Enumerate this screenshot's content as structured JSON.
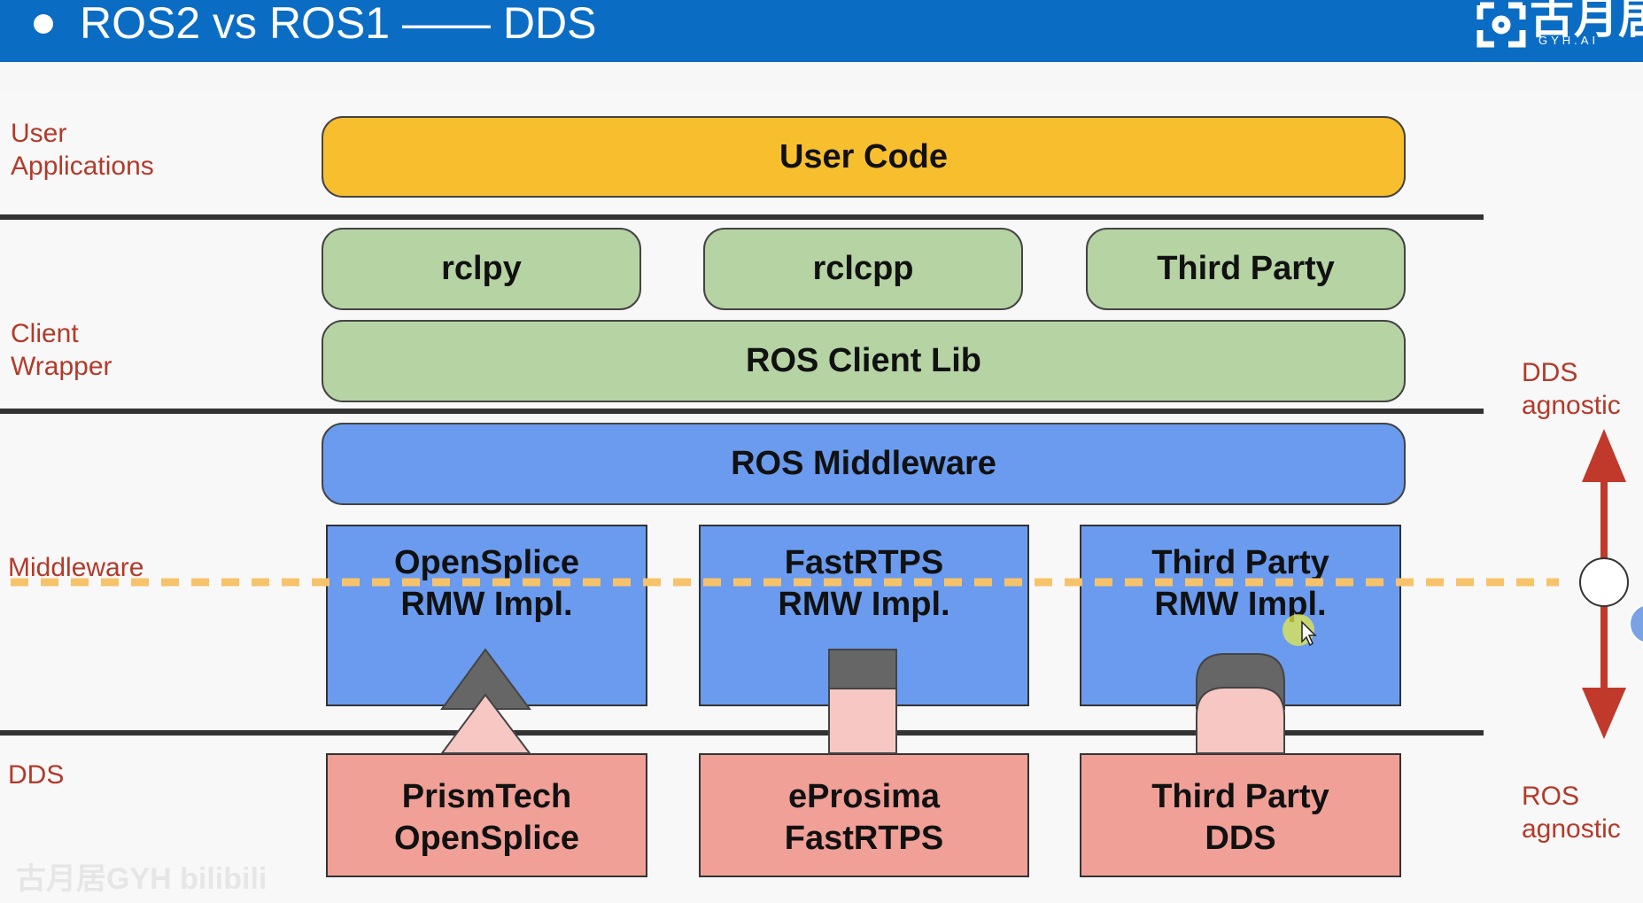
{
  "header": {
    "title": "ROS2 vs ROS1 —— DDS",
    "logo_text": "古月居",
    "logo_sub": "GYH.AI",
    "bg_color": "#0b6cc4"
  },
  "layers": {
    "user": "User\nApplications",
    "client": "Client\nWrapper",
    "middleware": "Middleware",
    "dds": "DDS"
  },
  "boxes": {
    "user_code": "User Code",
    "rclpy": "rclpy",
    "rclcpp": "rclcpp",
    "third_party": "Third Party",
    "ros_client_lib": "ROS Client Lib",
    "ros_middleware": "ROS Middleware"
  },
  "rmw": [
    {
      "line1": "OpenSplice",
      "line2": "RMW Impl.",
      "connector": "triangle"
    },
    {
      "line1": "FastRTPS",
      "line2": "RMW Impl.",
      "connector": "square"
    },
    {
      "line1": "Third Party",
      "line2": "RMW Impl.",
      "connector": "rounded"
    }
  ],
  "dds": [
    {
      "line1": "PrismTech",
      "line2": "OpenSplice"
    },
    {
      "line1": "eProsima",
      "line2": "FastRTPS"
    },
    {
      "line1": "Third Party",
      "line2": "DDS"
    }
  ],
  "side": {
    "top": "DDS\nagnostic",
    "bottom": "ROS\nagnostic"
  },
  "watermark": "古月居GYH  bilibili",
  "colors": {
    "yellow": "#f7be2e",
    "green": "#b5d3a3",
    "blue": "#6a9bef",
    "pink": "#f0a097",
    "label_red": "#b33a2a",
    "dash_orange": "#f7c36a",
    "arrow_red": "#c0392b"
  }
}
